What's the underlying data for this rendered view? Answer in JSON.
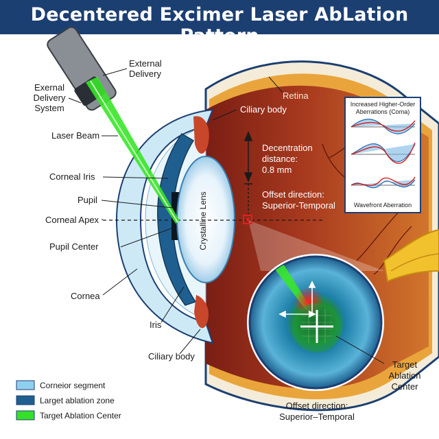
{
  "title": "Decentered Excimer Laser AbLation Pattern",
  "labels": {
    "external_delivery": [
      "External",
      "Delivery"
    ],
    "external_delivery_system": [
      "Exernal",
      "Delivery",
      "System"
    ],
    "laser_beam": "Laser Beam",
    "corneal_iris": "Corneal Iris",
    "pupil": "Pupil",
    "corneal_apex": "Corneal Apex",
    "pupil_center": "Pupil Center",
    "cornea": "Cornea",
    "iris": "Iris",
    "ciliary_body_bottom": "Ciliary body",
    "retina": "Retina",
    "ciliary_body_top": "Ciliary body",
    "crystalline_lens": "Crystalline Lens",
    "decentration": [
      "Decentration",
      "distance:",
      "0.8 mm"
    ],
    "offset_direction": [
      "Offset direction:",
      "Superior-Temporal"
    ],
    "target_ablation_center": [
      "Target",
      "Ablation",
      "Center"
    ],
    "offset_direction_bottom": [
      "Offset direction:",
      "Superior–Temporal"
    ]
  },
  "aberration_panel": {
    "title": [
      "Increased Higher-Order",
      "Aberrations (Coma)"
    ],
    "footer": "Wavefront Aberration"
  },
  "legend": [
    {
      "label": "Corneior segment",
      "color": "#8fd0f0"
    },
    {
      "label": "Larget ablation zone",
      "color": "#1f5f8f"
    },
    {
      "label": "Target Ablation Center",
      "color": "#35e02a"
    }
  ]
}
